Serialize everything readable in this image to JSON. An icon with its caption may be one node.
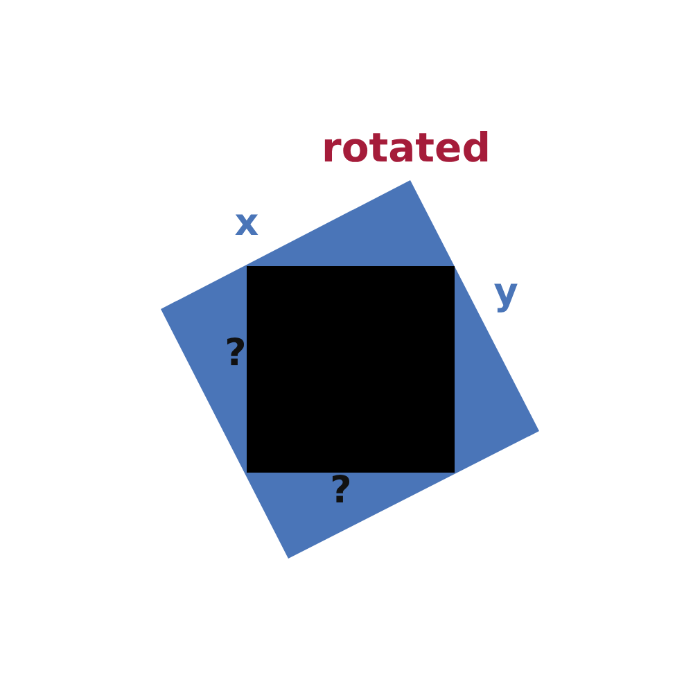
{
  "diagram": {
    "labels": [
      "rotated",
      "x",
      "y",
      "?",
      "?"
    ]
  }
}
